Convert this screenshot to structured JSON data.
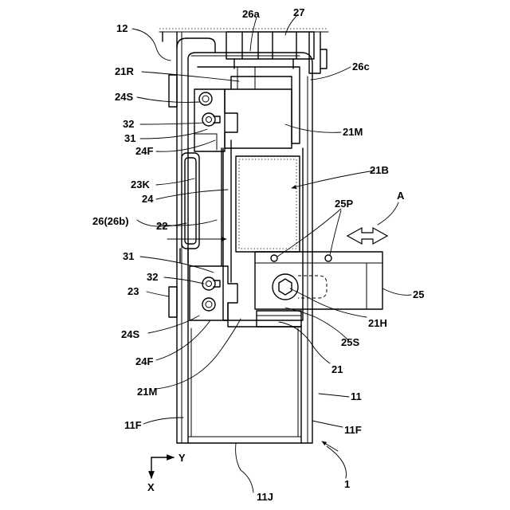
{
  "labels": {
    "n12": "12",
    "n26a": "26a",
    "n27": "27",
    "n21R": "21R",
    "n26c": "26c",
    "n24S_top": "24S",
    "n32_top": "32",
    "n31_top": "31",
    "n21M_top": "21M",
    "n24F_top": "24F",
    "n21B": "21B",
    "n23K": "23K",
    "n24": "24",
    "nA": "A",
    "n25P": "25P",
    "n26_26b": "26(26b)",
    "n22": "22",
    "n31_bot": "31",
    "n32_bot": "32",
    "n23": "23",
    "n25": "25",
    "n21H": "21H",
    "n24S_bot": "24S",
    "n25S": "25S",
    "n24F_bot": "24F",
    "n21": "21",
    "n21M_bot": "21M",
    "n11": "11",
    "n11F_left": "11F",
    "n11F_right": "11F",
    "axis_y": "Y",
    "axis_x": "X",
    "n1": "1",
    "n11J": "11J"
  }
}
